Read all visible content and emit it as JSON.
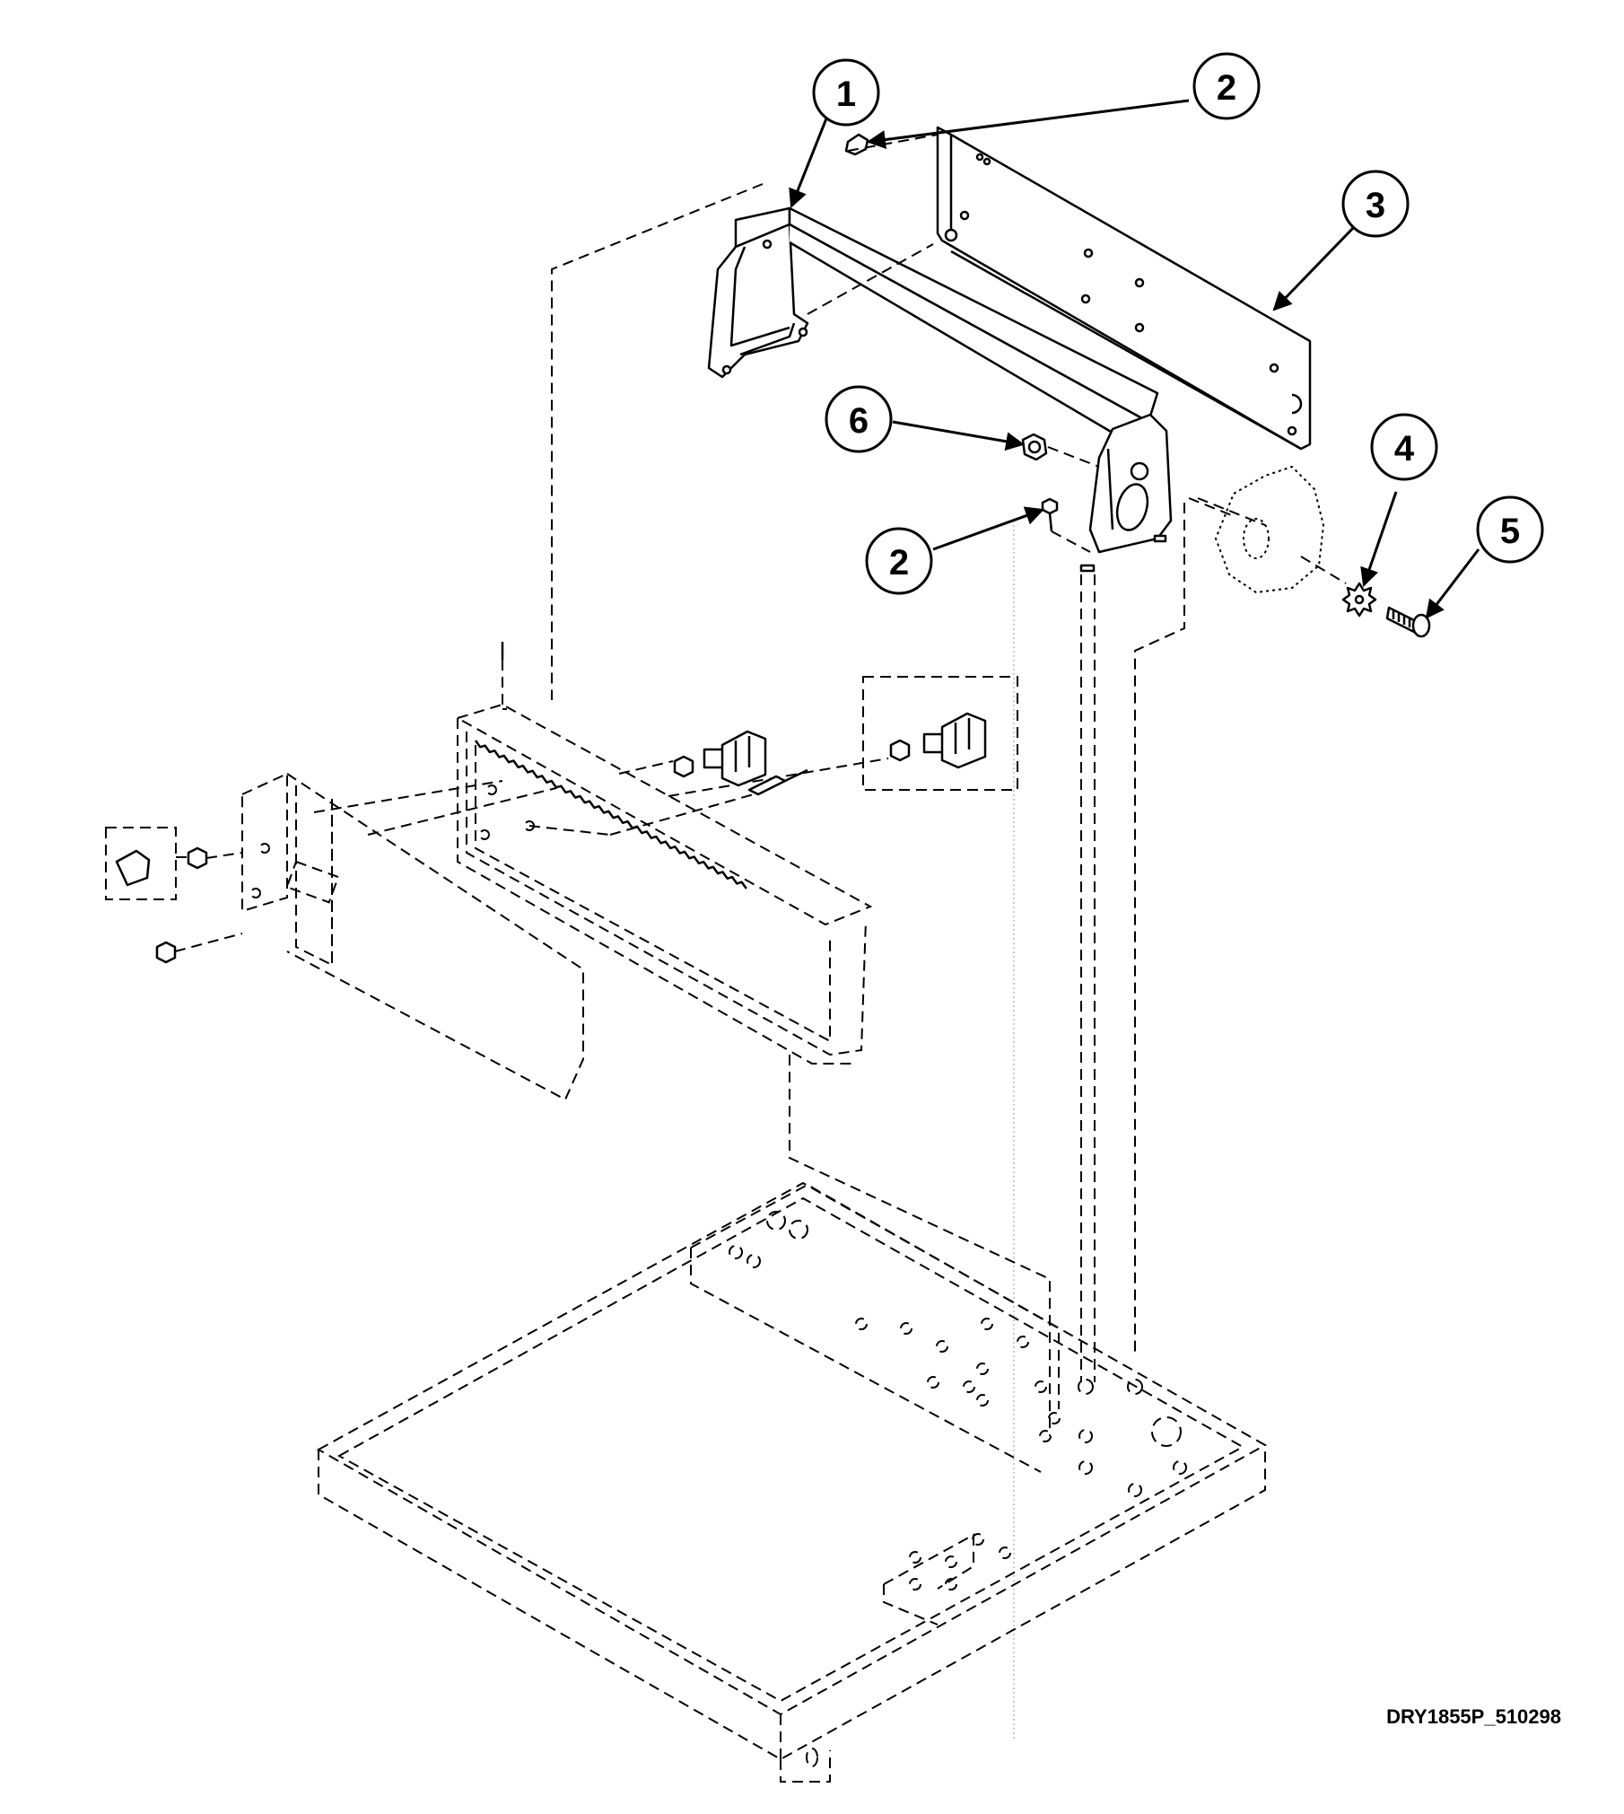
{
  "drawing_id": "DRY1855P_510298",
  "callouts": [
    {
      "id": "callout-1",
      "label": "1"
    },
    {
      "id": "callout-2-top",
      "label": "2"
    },
    {
      "id": "callout-3",
      "label": "3"
    },
    {
      "id": "callout-6",
      "label": "6"
    },
    {
      "id": "callout-2-lower",
      "label": "2"
    },
    {
      "id": "callout-4",
      "label": "4"
    },
    {
      "id": "callout-5",
      "label": "5"
    }
  ]
}
